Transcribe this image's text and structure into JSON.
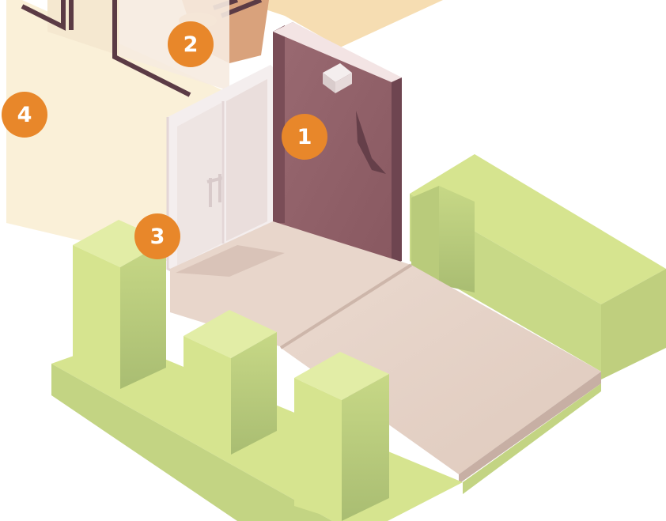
{
  "markers": [
    {
      "label": "1"
    },
    {
      "label": "2"
    },
    {
      "label": "3"
    },
    {
      "label": "4"
    }
  ],
  "colors": {
    "marker": "#E8872A",
    "marker_text": "#FFFFFF",
    "wall_cream": "#FAF0D8",
    "wall_brown": "#95636B",
    "floor": "#E8D6CB",
    "hedge_light": "#D6E48F",
    "hedge_dark": "#B7C87A",
    "glass": "#EDE4E2",
    "door_frame": "#F4EEEE",
    "interior_floor": "#F6DDB2"
  },
  "icons": {
    "wall_light": "wall-lamp-icon"
  }
}
